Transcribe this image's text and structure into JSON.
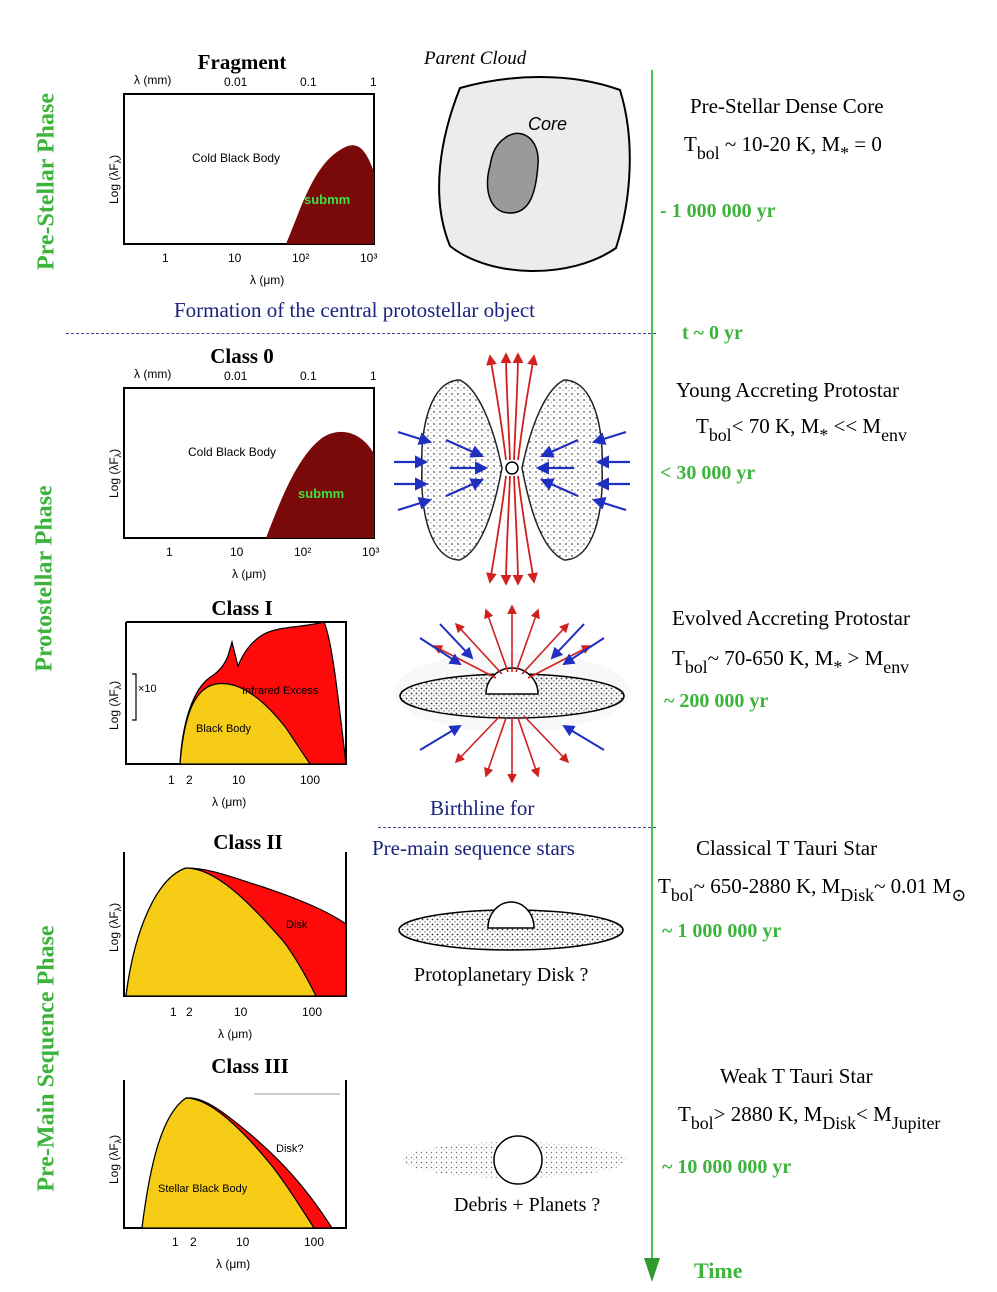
{
  "phases": {
    "pre_stellar": "Pre-Stellar Phase",
    "protostellar": "Protostellar Phase",
    "pre_main_sequence": "Pre-Main Sequence Phase"
  },
  "colors": {
    "phase_green": "#3cb43c",
    "submm_dark_red": "#7a0a0a",
    "excess_red": "#ff0a0a",
    "blackbody_yellow": "#f6cc16",
    "annotation_blue": "#1a237e",
    "timeline_green": "#4cc24c"
  },
  "sed": {
    "fragment": {
      "title": "Fragment",
      "body_label": "Cold Black Body",
      "peak_label": "submm"
    },
    "class0": {
      "title": "Class 0",
      "body_label": "Cold Black Body",
      "peak_label": "submm"
    },
    "class1": {
      "title": "Class I",
      "excess_label": "Infrared Excess",
      "body_label": "Black Body",
      "factor_label": "×10"
    },
    "class2": {
      "title": "Class II",
      "disk_label": "Disk"
    },
    "class3": {
      "title": "Class III",
      "disk_label": "Disk?",
      "body_label": "Stellar Black Body"
    },
    "ylabel": "Log (λF",
    "ylabel_sub": "λ",
    "ylabel_end": ")",
    "xlabel_um": "λ (μm)",
    "xlabel_mm": "λ (mm)",
    "ticks_um_a": [
      "1",
      "10",
      "10²",
      "10³"
    ],
    "ticks_mm": [
      "0.01",
      "0.1",
      "1"
    ],
    "ticks_um_b": [
      "1",
      "2",
      "10",
      "100"
    ]
  },
  "cloud": {
    "title": "Parent Cloud",
    "core_label": "Core"
  },
  "annotations": {
    "formation": "Formation of the central protostellar object",
    "birthline_1": "Birthline for",
    "birthline_2": "Pre-main sequence stars",
    "protoplanetary": "Protoplanetary Disk ?",
    "debris": "Debris + Planets ?"
  },
  "stages": [
    {
      "title": "Pre-Stellar Dense Core",
      "time": "- 1 000 000 yr"
    },
    {
      "title": "Young Accreting Protostar",
      "time": "< 30 000 yr"
    },
    {
      "title": "Evolved Accreting Protostar",
      "time": "~ 200 000 yr"
    },
    {
      "title": "Classical T Tauri Star",
      "time": "~ 1 000 000 yr"
    },
    {
      "title": "Weak T Tauri Star",
      "time": "~ 10 000 000 yr"
    }
  ],
  "formulas": {
    "f1": {
      "t": "T",
      "t_sub": "bol",
      "rel": "~ 10-20 K,  M",
      "m_sub": "*",
      "tail": "= 0"
    },
    "f2": {
      "t": "T",
      "t_sub": "bol",
      "rel": "< 70 K,  M",
      "m_sub": "*",
      "mid": "<< M",
      "env_sub": "env"
    },
    "f3": {
      "t": "T",
      "t_sub": "bol",
      "rel": "~ 70-650 K,  M",
      "m_sub": "*",
      "mid": ">  M",
      "env_sub": "env"
    },
    "f4": {
      "t": "T",
      "t_sub": "bol",
      "rel": "~ 650-2880 K,  M",
      "m_sub": "Disk",
      "mid": "~ 0.01 M",
      "sun_sub": "⊙"
    },
    "f5": {
      "t": "T",
      "t_sub": "bol",
      "rel": "> 2880 K,  M",
      "m_sub": "Disk",
      "mid": "<  M",
      "jup_sub": "Jupiter"
    }
  },
  "timeline": {
    "t0": "t ~ 0 yr",
    "axis": "Time"
  }
}
